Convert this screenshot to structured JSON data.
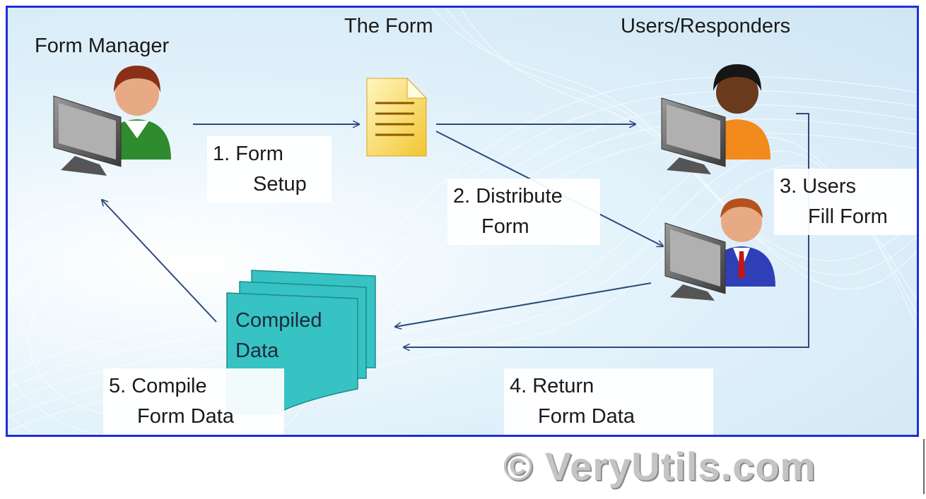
{
  "labels": {
    "form_manager": "Form Manager",
    "the_form": "The Form",
    "users_responders": "Users/Responders",
    "compiled_data": [
      "Compiled",
      "Data"
    ]
  },
  "steps": {
    "s1": [
      "1.  Form",
      "Setup"
    ],
    "s2": [
      "2. Distribute",
      "Form"
    ],
    "s3": [
      "3. Users",
      "Fill Form"
    ],
    "s4": [
      "4. Return",
      "Form Data"
    ],
    "s5": [
      "5. Compile",
      "Form Data"
    ]
  },
  "watermark": "© VeryUtils.com",
  "colors": {
    "border": "#1f2fd6",
    "arrow": "#2c4a7a",
    "stack_fill": "#37c2c3",
    "manager_shirt": "#2e8b2e",
    "responder1_shirt": "#f28a1c",
    "responder2_suit": "#2f3fb8"
  },
  "icons": [
    "computer-user-icon",
    "document-icon",
    "compiled-data-stack-icon"
  ]
}
